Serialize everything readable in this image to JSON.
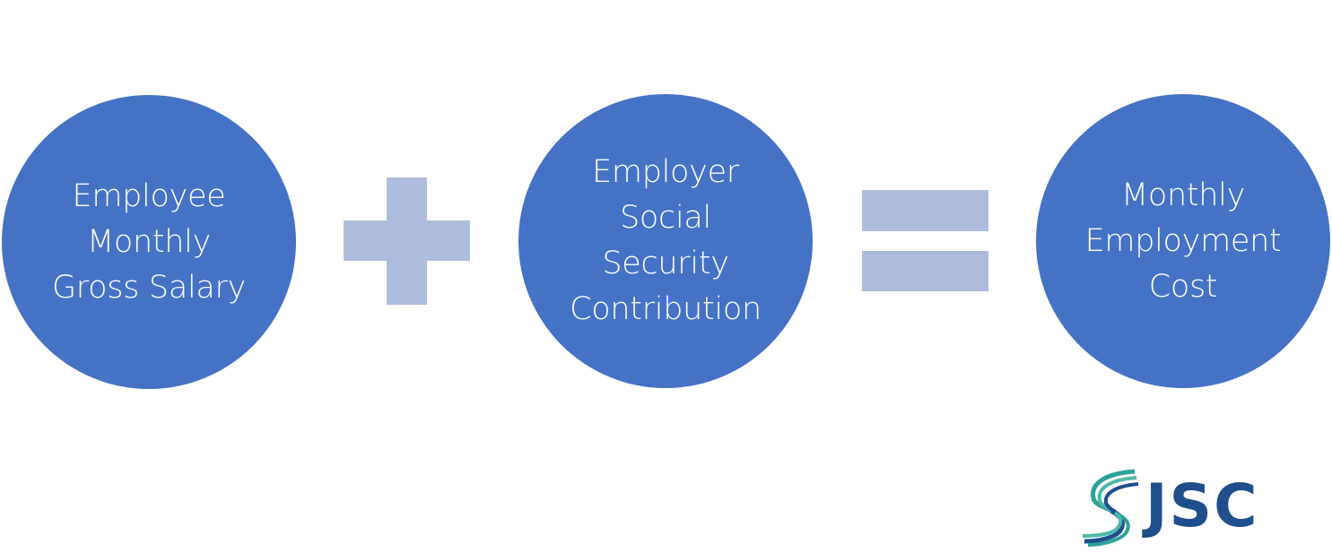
{
  "diagram": {
    "type": "equation",
    "colors": {
      "circle_fill": "#4472c4",
      "circle_text": "#ffffff",
      "operator_fill": "#adbbdc",
      "background": "#ffffff",
      "logo_text": "#1f4e8c",
      "logo_swoosh_teal": "#2aa39a",
      "logo_swoosh_blue": "#1f4e8c"
    },
    "terms": [
      {
        "lines": [
          "Employee",
          "Monthly",
          "Gross Salary"
        ]
      },
      {
        "lines": [
          "Employer",
          "Social",
          "Security",
          "Contribution"
        ]
      },
      {
        "lines": [
          "Monthly",
          "Employment",
          "Cost"
        ]
      }
    ],
    "operators": [
      {
        "symbol": "+",
        "name": "plus"
      },
      {
        "symbol": "=",
        "name": "equals"
      }
    ]
  },
  "logo": {
    "text": "JSC",
    "icon": "swoosh-s-icon"
  }
}
